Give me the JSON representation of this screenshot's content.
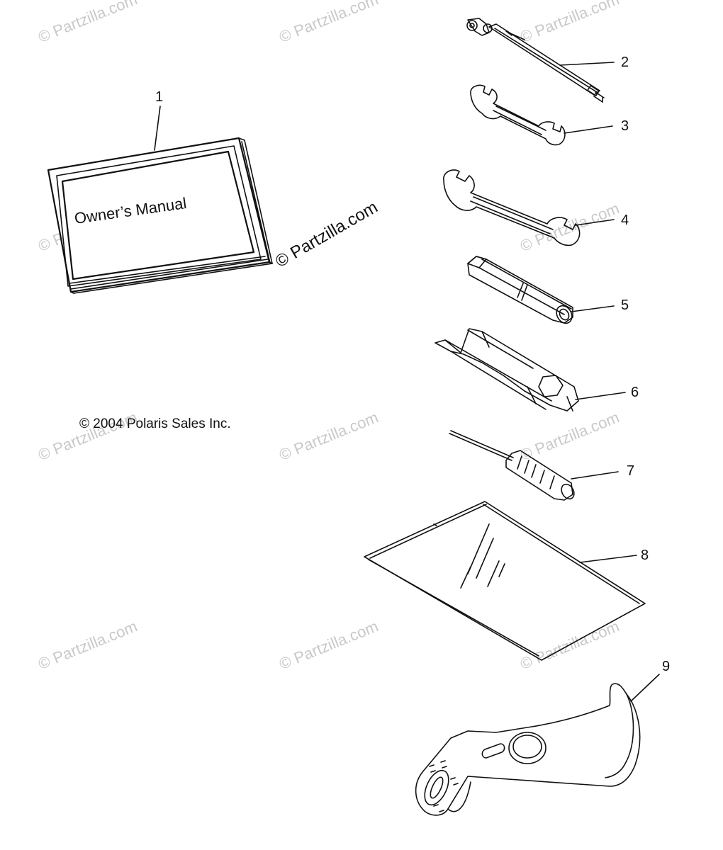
{
  "watermarks": {
    "text": "© Partzilla.com",
    "items": [
      "© Partzilla.com",
      "© Partzilla.com",
      "© Partzilla.com",
      "© Partzilla.com",
      "© Partzilla.com",
      "© Partzilla.com",
      "© Partzilla.com",
      "© Partzilla.com",
      "© Partzilla.com",
      "© Partzilla.com",
      "© Partzilla.com",
      "© Partzilla.com"
    ]
  },
  "main_watermark": "© Partzilla.com",
  "manual": {
    "title": "Owner’s Manual"
  },
  "copyright": "© 2004 Polaris Sales Inc.",
  "callouts": [
    "1",
    "2",
    "3",
    "4",
    "5",
    "6",
    "7",
    "8",
    "9"
  ],
  "colors": {
    "line": "#111111",
    "watermark": "#c9c9c9",
    "background": "#ffffff"
  }
}
